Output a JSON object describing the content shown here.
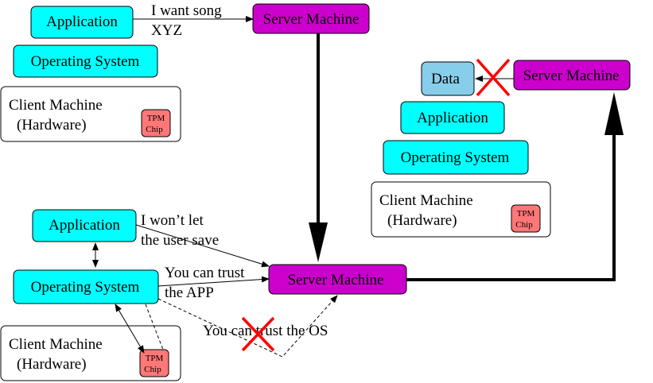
{
  "colors": {
    "application": "#00ffff",
    "server": "#cc00cc",
    "data": "#87ceeb",
    "tpm": "#ff7777",
    "client": "#ffffff",
    "cross": "#ff0000"
  },
  "top_left": {
    "application": "Application",
    "os": "Operating System",
    "client_line1": "Client Machine",
    "client_line2": "(Hardware)",
    "tpm_line1": "TPM",
    "tpm_line2": "Chip",
    "request_line1": "I want song",
    "request_line2": "XYZ",
    "server": "Server Machine"
  },
  "right": {
    "data": "Data",
    "server": "Server Machine",
    "application": "Application",
    "os": "Operating System",
    "client_line1": "Client Machine",
    "client_line2": "(Hardware)",
    "tpm_line1": "TPM",
    "tpm_line2": "Chip"
  },
  "bottom_left": {
    "application": "Application",
    "os": "Operating System",
    "client_line1": "Client Machine",
    "client_line2": "(Hardware)",
    "tpm_line1": "TPM",
    "tpm_line2": "Chip",
    "save_line1": "I won’t let",
    "save_line2": "the user save",
    "trust_app_line1": "You can trust",
    "trust_app_line2": "the APP",
    "trust_os": "You can trust the OS"
  },
  "center": {
    "server": "Server Machine"
  }
}
